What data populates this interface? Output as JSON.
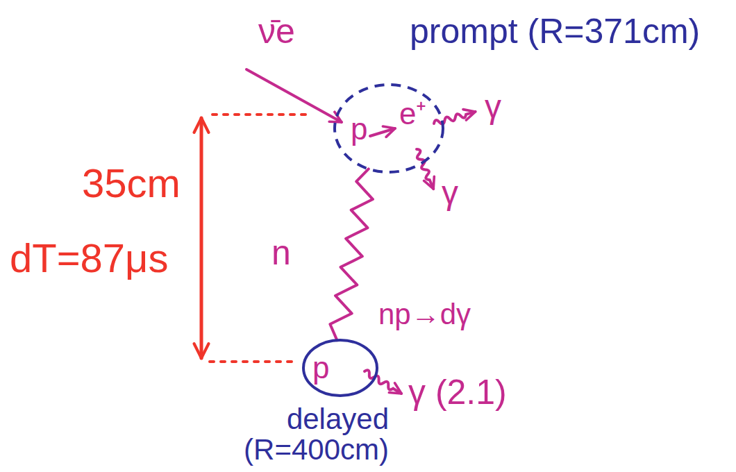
{
  "diagram": {
    "nodes": [
      {
        "text": [
          "prompt (R=371cm)",
          "p",
          "e⁺"
        ]
      },
      {
        "text": [
          "delayed (R=400cm)",
          "p"
        ]
      }
    ],
    "edges": [
      {
        "from": 0,
        "to": 1,
        "arrow": "none",
        "label": "n"
      }
    ],
    "labels": [
      "ν̄e",
      "γ",
      "γ",
      "35cm",
      "dT=87μs",
      "np→dγ",
      "γ (2.1)"
    ]
  }
}
